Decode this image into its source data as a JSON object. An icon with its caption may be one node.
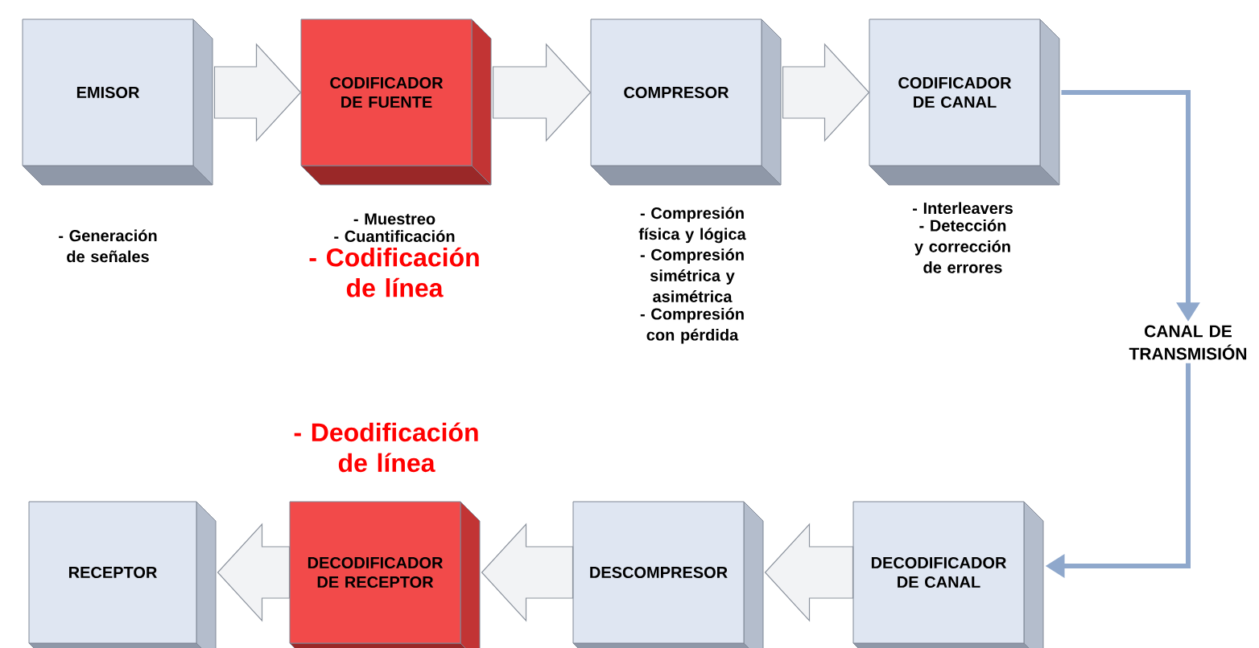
{
  "diagram": {
    "nodes": [
      {
        "text": [
          "EMISOR"
        ],
        "beside": [
          "- Generación de señales"
        ]
      },
      {
        "text": [
          "CODIFICADOR DE FUENTE"
        ],
        "beside": [
          "- Muestreo",
          "- Cuantificación",
          "- Codificación de línea"
        ]
      },
      {
        "text": [
          "COMPRESOR"
        ],
        "beside": [
          "- Compresión física y lógica",
          "- Compresión simétrica y asimétrica",
          "- Compresión con pérdida"
        ]
      },
      {
        "text": [
          "CODIFICADOR DE CANAL"
        ],
        "beside": [
          "- Interleavers",
          "- Detección y corrección de errores"
        ]
      },
      {
        "text": [
          "CANAL DE TRANSMISIÓN"
        ]
      },
      {
        "text": [
          "DECODIFICADOR DE CANAL"
        ]
      },
      {
        "text": [
          "DESCOMPRESOR"
        ]
      },
      {
        "text": [
          "DECODIFICADOR DE RECEPTOR"
        ],
        "beside": [
          "- Deodificación de línea"
        ]
      },
      {
        "text": [
          "RECEPTOR"
        ]
      }
    ],
    "edges": [
      {
        "from": 0,
        "to": 1,
        "arrow": "to"
      },
      {
        "from": 1,
        "to": 2,
        "arrow": "to"
      },
      {
        "from": 2,
        "to": 3,
        "arrow": "to"
      },
      {
        "from": 3,
        "to": 4,
        "arrow": "to",
        "color": "#8fa8cc"
      },
      {
        "from": 4,
        "to": 5,
        "arrow": "to",
        "color": "#8fa8cc"
      },
      {
        "from": 5,
        "to": 6,
        "arrow": "to"
      },
      {
        "from": 6,
        "to": 7,
        "arrow": "to"
      },
      {
        "from": 7,
        "to": 8,
        "arrow": "to"
      }
    ]
  }
}
